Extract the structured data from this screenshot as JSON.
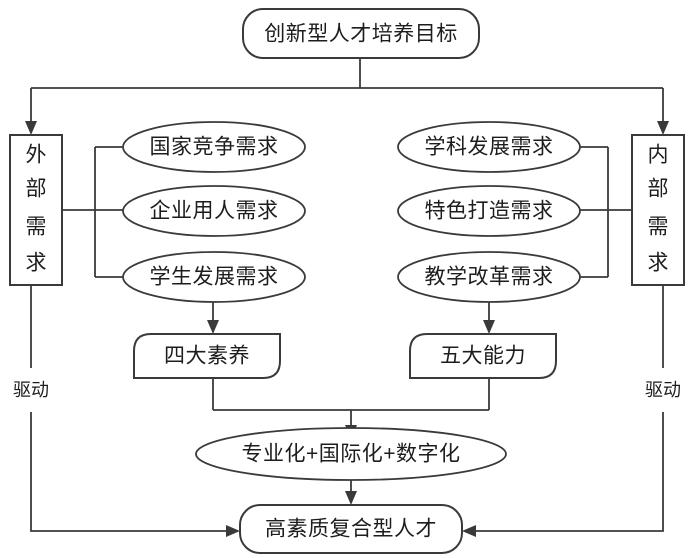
{
  "diagram": {
    "title": "创新型人才培养目标",
    "colors": {
      "stroke": "#3a3a3a",
      "text": "#1d1d1d",
      "background": "#ffffff"
    },
    "nodes": {
      "goal": "创新型人才培养目标",
      "external_demand": "外部需求",
      "internal_demand": "内部需求",
      "external_items": [
        "国家竞争需求",
        "企业用人需求",
        "学生发展需求"
      ],
      "internal_items": [
        "学科发展需求",
        "特色打造需求",
        "教学改革需求"
      ],
      "four_qualities": "四大素养",
      "five_abilities": "五大能力",
      "triple_ization": "专业化+国际化+数字化",
      "outcome": "高素质复合型人才"
    },
    "edge_labels": {
      "left_drive": "驱动",
      "right_drive": "驱动"
    },
    "vertical_text": {
      "external_demand_chars": [
        "外",
        "部",
        "需",
        "求"
      ],
      "internal_demand_chars": [
        "内",
        "部",
        "需",
        "求"
      ]
    }
  }
}
